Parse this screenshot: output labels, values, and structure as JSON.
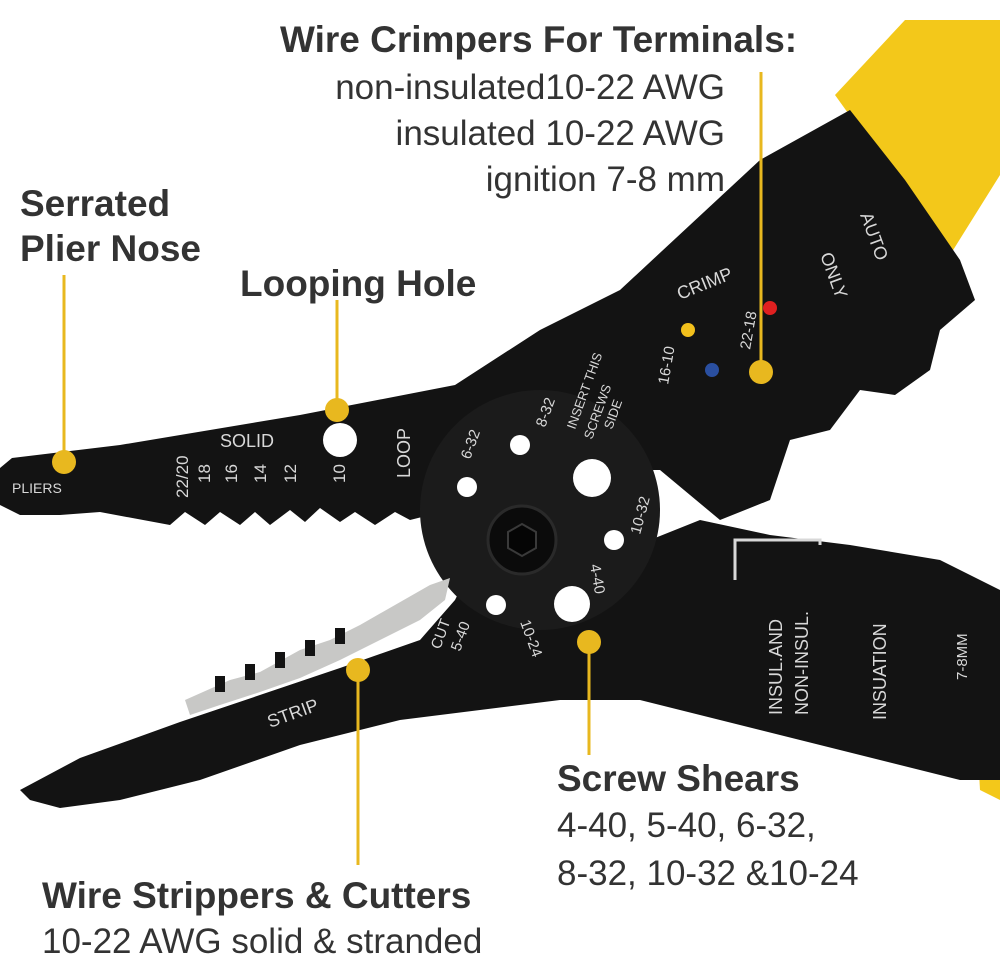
{
  "colors": {
    "tool_body": "#131313",
    "handle_yellow": "#f3c81a",
    "callout_gold": "#e8b81f",
    "metal": "#c8c8c6",
    "engrave": "#d8d8d8",
    "text": "#333333",
    "dot_yellow": "#f2c01c",
    "dot_red": "#e02020",
    "dot_blue": "#2a4fa0"
  },
  "callouts": {
    "crimpers": {
      "title": "Wire Crimpers For Terminals:",
      "lines": [
        "non-insulated10-22 AWG",
        "insulated 10-22 AWG",
        "ignition 7-8 mm"
      ]
    },
    "nose": {
      "title_lines": [
        "Serrated",
        "Plier Nose"
      ]
    },
    "looping": {
      "title": "Looping Hole"
    },
    "shears": {
      "title": "Screw Shears",
      "lines": [
        "4-40, 5-40, 6-32,",
        "8-32, 10-32 &10-24"
      ]
    },
    "strippers": {
      "title": "Wire Strippers & Cutters",
      "line": "10-22 AWG solid & stranded"
    }
  },
  "engraving": {
    "pliers": "PLIERS",
    "solid": "SOLID",
    "gauges": [
      "22/20",
      "18",
      "16",
      "14",
      "12",
      "10"
    ],
    "loop": "LOOP",
    "holes": [
      "6-32",
      "8-32",
      "10-32",
      "4-40",
      "10-24"
    ],
    "insert_lines": [
      "INSERT THIS",
      "SCREWS",
      "SIDE"
    ],
    "cut": "CUT",
    "cut_size": "5-40",
    "strip": "STRIP",
    "crimp": "CRIMP",
    "crimp_sizes": [
      "16-10",
      "22-18"
    ],
    "only": "ONLY",
    "auto": "AUTO",
    "insul_lines": [
      "INSUL.AND",
      "NON-INSUL."
    ],
    "insuation": "INSUATION",
    "mm": "7-8MM"
  }
}
